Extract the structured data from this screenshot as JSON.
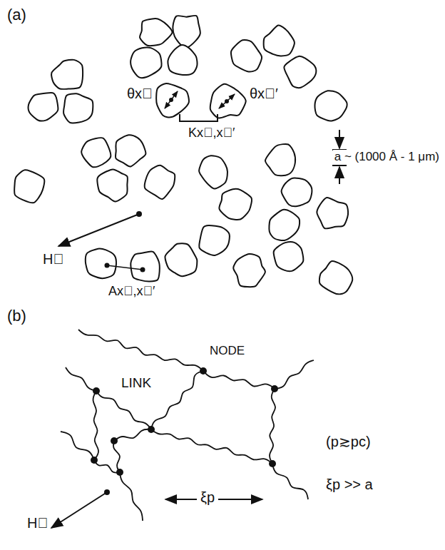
{
  "diagram": {
    "labels": [
      "(a)",
      "θx⃗",
      "Kx⃗,x⃗′",
      "θx⃗′",
      "a ~ (1000 Å - 1 μm)",
      "H⃗",
      "Ax⃗,x⃗′",
      "(b)",
      "NODE",
      "LINK",
      "ξp",
      "(p≳pc)",
      "ξp >> a",
      "H⃗"
    ]
  }
}
